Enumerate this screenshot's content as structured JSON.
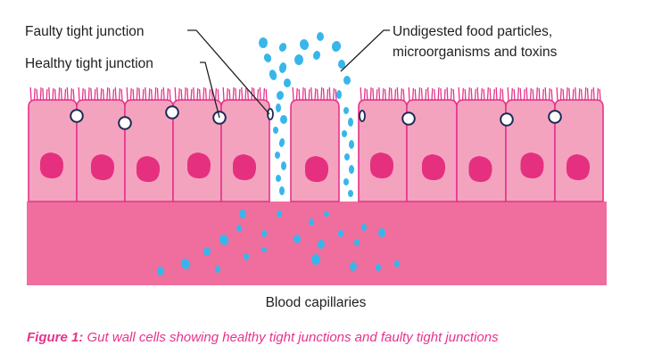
{
  "labels": {
    "faulty": "Faulty tight junction",
    "healthy": "Healthy tight junction",
    "particles_line1": "Undigested food particles,",
    "particles_line2": "microorganisms and toxins",
    "capillaries": "Blood capillaries"
  },
  "caption": {
    "prefix": "Figure 1:",
    "text": "Gut wall cells showing healthy tight junctions and faulty tight junctions"
  },
  "colors": {
    "cell_fill": "#f4a3bf",
    "cell_outline": "#e6338a",
    "nucleus": "#e5307f",
    "capillary_band": "#ef6e9d",
    "particle": "#38b6ea",
    "junction_outline": "#1b2a55",
    "caption": "#e6338a",
    "label_text": "#1f1f1f"
  }
}
